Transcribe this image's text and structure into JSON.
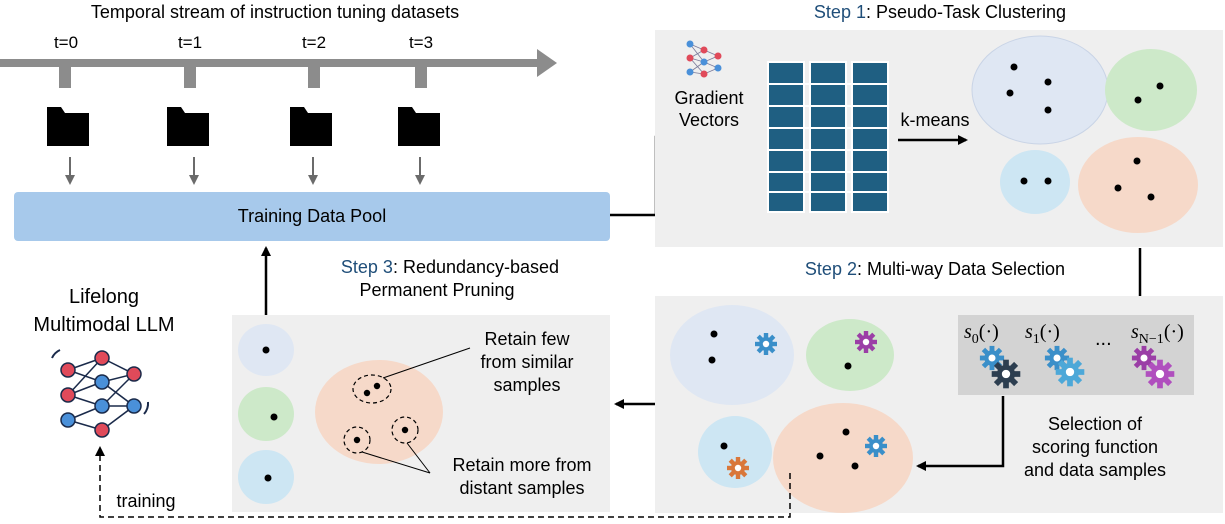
{
  "timeline": {
    "title": "Temporal stream of instruction tuning datasets",
    "ticks": [
      "t=0",
      "t=1",
      "t=2",
      "t=3"
    ]
  },
  "pool": {
    "label": "Training Data Pool"
  },
  "lifelong": {
    "line1": "Lifelong",
    "line2": "Multimodal LLM"
  },
  "training_label": "training",
  "step1": {
    "prefix": "Step 1",
    "title": ": Pseudo-Task Clustering",
    "gradient_line1": "Gradient",
    "gradient_line2": "Vectors",
    "kmeans": "k-means"
  },
  "step2": {
    "prefix": "Step 2",
    "title": ": Multi-way Data Selection",
    "s0": "s",
    "s0_sub": "0",
    "s1": "s",
    "s1_sub": "1",
    "sn": "s",
    "sn_sub": "N−1",
    "arg": "(·)",
    "ellipsis": "...",
    "caption1": "Selection of",
    "caption2": "scoring function",
    "caption3": "and data samples"
  },
  "step3": {
    "prefix": "Step 3",
    "title1": ": Redundancy-based",
    "title2": "Permanent Pruning",
    "retain_few1": "Retain few",
    "retain_few2": "from similar",
    "retain_few3": "samples",
    "retain_more1": "Retain more from",
    "retain_more2": "distant samples"
  },
  "colors": {
    "blue_cluster": "#dfe7f3",
    "green_cluster": "#cde9c9",
    "lightblue_cluster": "#cde6f3",
    "peach_cluster": "#f6d9c9",
    "pool": "#a7c9eb",
    "matrix": "#1f5f82",
    "panel": "#efefef",
    "step_label": "#1f4e79",
    "gear_blue": "#3a8fc9",
    "gear_dark": "#2c3e50",
    "gear_purple": "#9b3ea6",
    "gear_orange": "#d9773a"
  }
}
